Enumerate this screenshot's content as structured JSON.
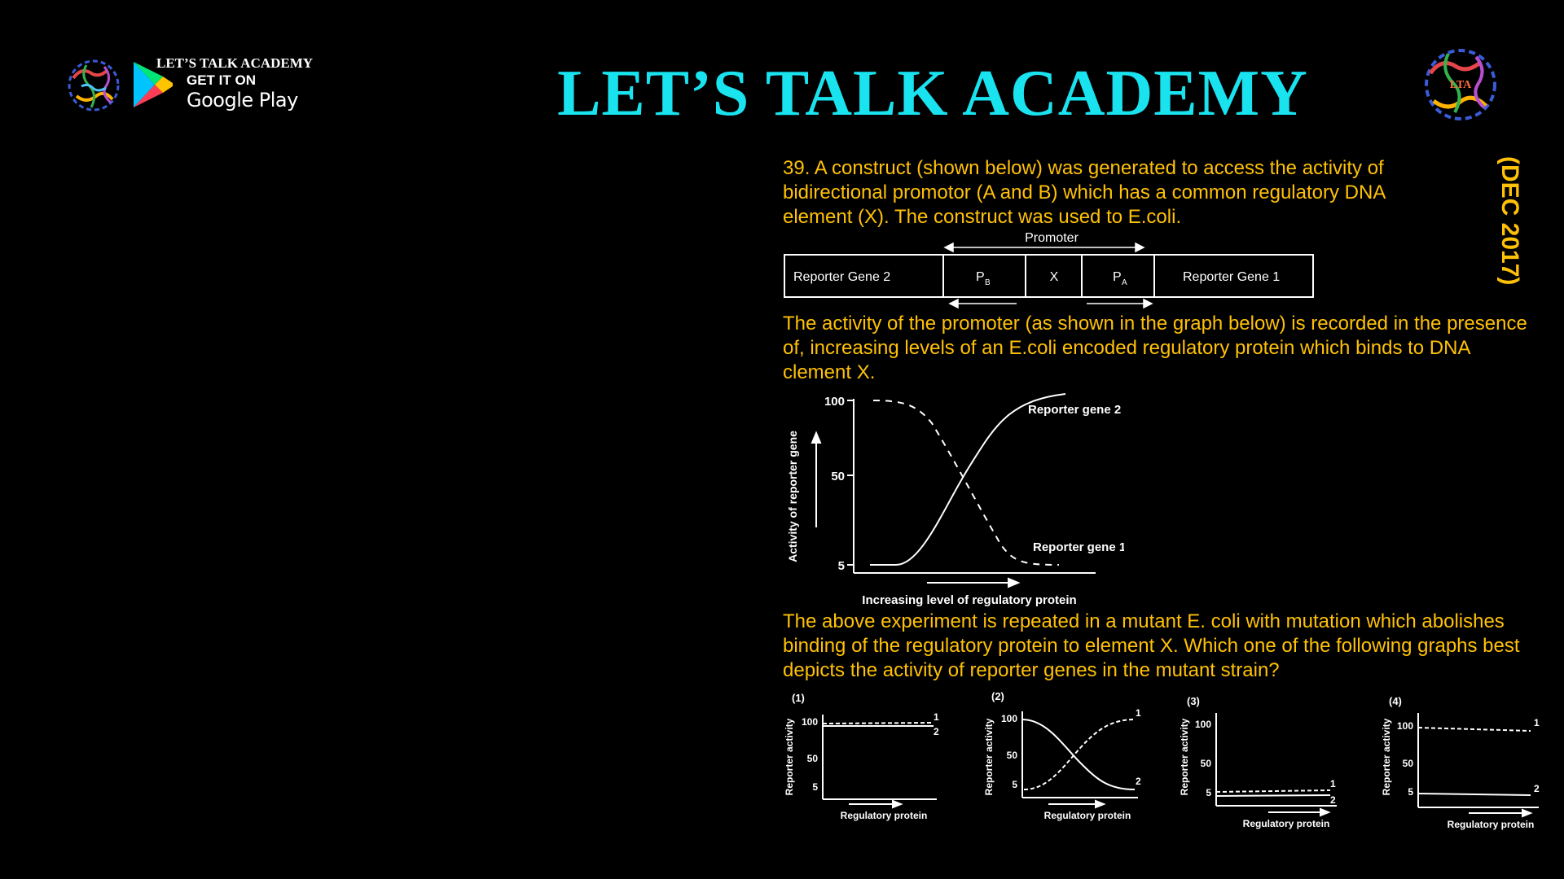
{
  "header": {
    "title": "LET’S TALK ACADEMY",
    "badge": {
      "academy": "LET’S TALK ACADEMY",
      "get_it_on": "GET IT ON",
      "store": "Google Play"
    },
    "logo_left": "molecule-logo",
    "logo_right": "molecule-logo",
    "logo_right_text": "LTA"
  },
  "side_tag": "(DEC 2017)",
  "question": {
    "intro": "39. A construct (shown below) was generated to access the activity of bidirectional promotor (A and B) which has a common regulatory DNA element (X). The construct was used to E.coli.",
    "activity_text": "The activity of the promoter (as shown in the graph below) is recorded in the presence of, increasing levels of an E.coli encoded regulatory protein which binds to DNA clement X.",
    "mutant_text": "The above experiment is repeated in a mutant E. coli with mutation which abolishes binding of the regulatory protein to element X. Which one of the following graphs best depicts the activity of reporter genes in the mutant strain?"
  },
  "construct": {
    "promoter_label": "Promoter",
    "segments": [
      "Reporter Gene 2",
      "P",
      "X",
      "P",
      "Reporter Gene 1"
    ],
    "pb_sub": "B",
    "pa_sub": "A"
  },
  "main_graph": {
    "y_label": "Activity of reporter gene",
    "x_label": "Increasing level of regulatory protein",
    "y_ticks": [
      "100",
      "50",
      "5"
    ],
    "series_labels": [
      "Reporter gene 2",
      "Reporter gene 1"
    ]
  },
  "options": [
    {
      "num": "(1)",
      "y_label": "Reporter activity",
      "x_label": "Regulatory protein",
      "ticks": [
        "100",
        "50",
        "5"
      ],
      "l1": "1",
      "l2": "2"
    },
    {
      "num": "(2)",
      "y_label": "Reporter activity",
      "x_label": "Regulatory protein",
      "ticks": [
        "100",
        "50",
        "5"
      ],
      "l1": "1",
      "l2": "2"
    },
    {
      "num": "(3)",
      "y_label": "Reporter activity",
      "x_label": "Regulatory protein",
      "ticks": [
        "100",
        "50",
        "5"
      ],
      "l1": "1",
      "l2": "2"
    },
    {
      "num": "(4)",
      "y_label": "Reporter activity",
      "x_label": "Regulatory protein",
      "ticks": [
        "100",
        "50",
        "5"
      ],
      "l1": "1",
      "l2": "2"
    }
  ],
  "colors": {
    "background": "#000000",
    "title": "#1ae3f0",
    "question_text": "#ffc107",
    "diagram": "#ffffff"
  }
}
